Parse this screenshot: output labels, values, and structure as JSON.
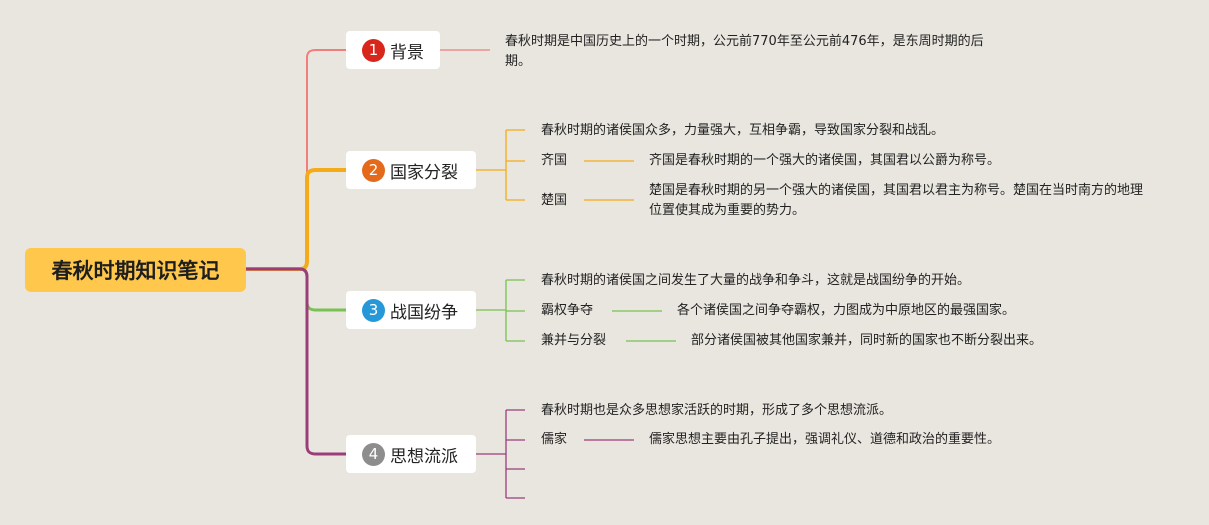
{
  "root": {
    "label": "春秋时期知识笔记",
    "color": "#ffc84d"
  },
  "branches": [
    {
      "badge": "1",
      "label": "背景",
      "color": "#f07e7a",
      "badge_color": "#d9261c",
      "items": [
        {
          "text": "春秋时期是中国历史上的一个时期，公元前770年至公元前476年，是东周时期的后期。"
        }
      ]
    },
    {
      "badge": "2",
      "label": "国家分裂",
      "color": "#f5ab17",
      "badge_color": "#e5691b",
      "items": [
        {
          "text": "春秋时期的诸侯国众多，力量强大，互相争霸，导致国家分裂和战乱。"
        },
        {
          "label": "齐国",
          "text": "齐国是春秋时期的一个强大的诸侯国，其国君以公爵为称号。"
        },
        {
          "label": "楚国",
          "text": "楚国是春秋时期的另一个强大的诸侯国，其国君以君主为称号。楚国在当时南方的地理位置使其成为重要的势力。"
        }
      ]
    },
    {
      "badge": "3",
      "label": "战国纷争",
      "color": "#78c152",
      "badge_color": "#2698d8",
      "items": [
        {
          "text": "春秋时期的诸侯国之间发生了大量的战争和争斗，这就是战国纷争的开始。"
        },
        {
          "label": "霸权争夺",
          "text": "各个诸侯国之间争夺霸权，力图成为中原地区的最强国家。"
        },
        {
          "label": "兼并与分裂",
          "text": "部分诸侯国被其他国家兼并，同时新的国家也不断分裂出来。"
        }
      ]
    },
    {
      "badge": "4",
      "label": "思想流派",
      "color": "#9b3d7b",
      "badge_color": "#8d8d8d",
      "items": [
        {
          "text": "春秋时期也是众多思想家活跃的时期，形成了多个思想流派。"
        },
        {
          "label": "儒家",
          "text": "儒家思想主要由孔子提出，强调礼仪、道德和政治的重要性。"
        },
        {
          "text": ""
        },
        {
          "text": ""
        }
      ]
    }
  ]
}
